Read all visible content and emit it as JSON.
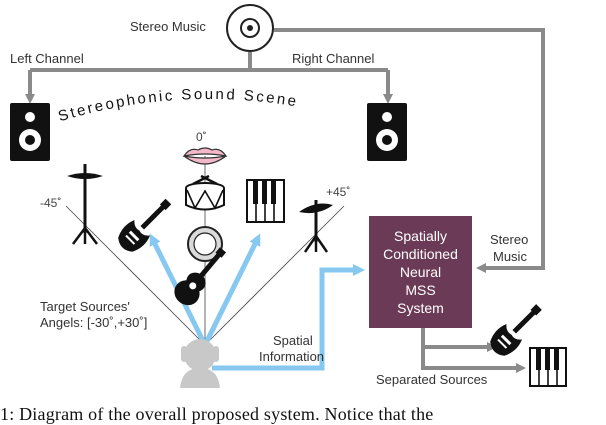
{
  "labels": {
    "stereo_music": "Stereo Music",
    "left_channel": "Left Channel",
    "right_channel": "Right Channel",
    "scene_title": "Stereophonic Sound Scene",
    "target_sources_line1": "Target Sources'",
    "target_sources_line2": "Angels: [-30˚,+30˚]",
    "spatial_line1": "Spatial",
    "spatial_line2": "Information",
    "stereo_line1": "Stereo",
    "stereo_line2": "Music",
    "separated_sources": "Separated Sources"
  },
  "angles": {
    "zero": "0˚",
    "minus45": "-45˚",
    "plus45": "+45˚"
  },
  "mss_box": {
    "line1": "Spatially",
    "line2": "Conditioned",
    "line3": "Neural",
    "line4": "MSS",
    "line5": "System"
  },
  "caption": "1:  Diagram of the overall proposed system.  Notice that the",
  "colors": {
    "arrow_gray": "#8a8a8a",
    "arrow_blue": "#86c8f0",
    "mss_box": "#6b3a57"
  }
}
